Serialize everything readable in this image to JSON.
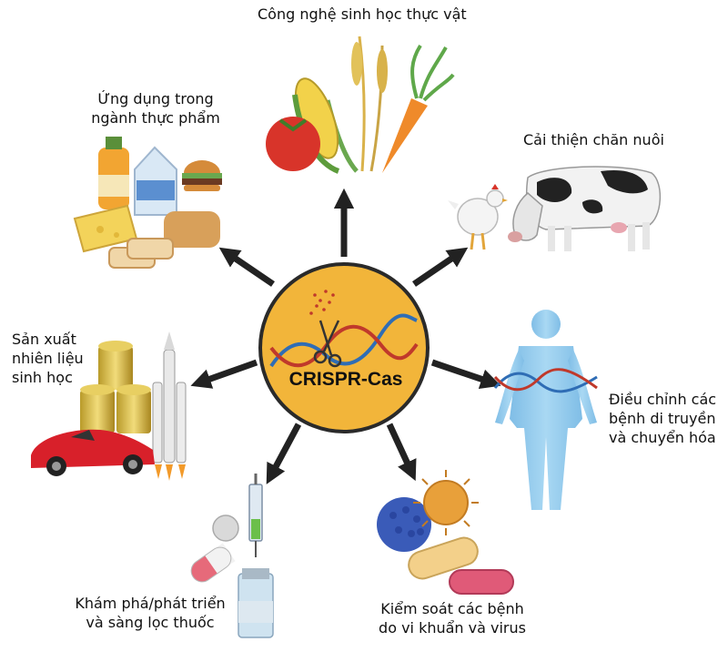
{
  "center": {
    "label": "CRISPR-Cas",
    "fill": "#f2b53a",
    "ring": "#2a2a2a"
  },
  "labels": {
    "plant": [
      "Công nghệ sinh học thực vật"
    ],
    "food": [
      "Ứng dụng trong",
      "ngành thực phẩm"
    ],
    "livestock": [
      "Cải thiện chăn nuôi"
    ],
    "biofuel": [
      "Sản xuất",
      "nhiên liệu",
      "sinh học"
    ],
    "genetic": [
      "Điều chỉnh các",
      "bệnh di truyền",
      "và chuyển hóa"
    ],
    "drug": [
      "Khám phá/phát triển",
      "và sàng lọc thuốc"
    ],
    "pathogen": [
      "Kiểm soát các bệnh",
      "do vi khuẩn và virus"
    ]
  },
  "colors": {
    "dna_blue": "#2f6db5",
    "dna_red": "#c0392b",
    "arrow": "#222222",
    "body": "#8ec7ea"
  }
}
